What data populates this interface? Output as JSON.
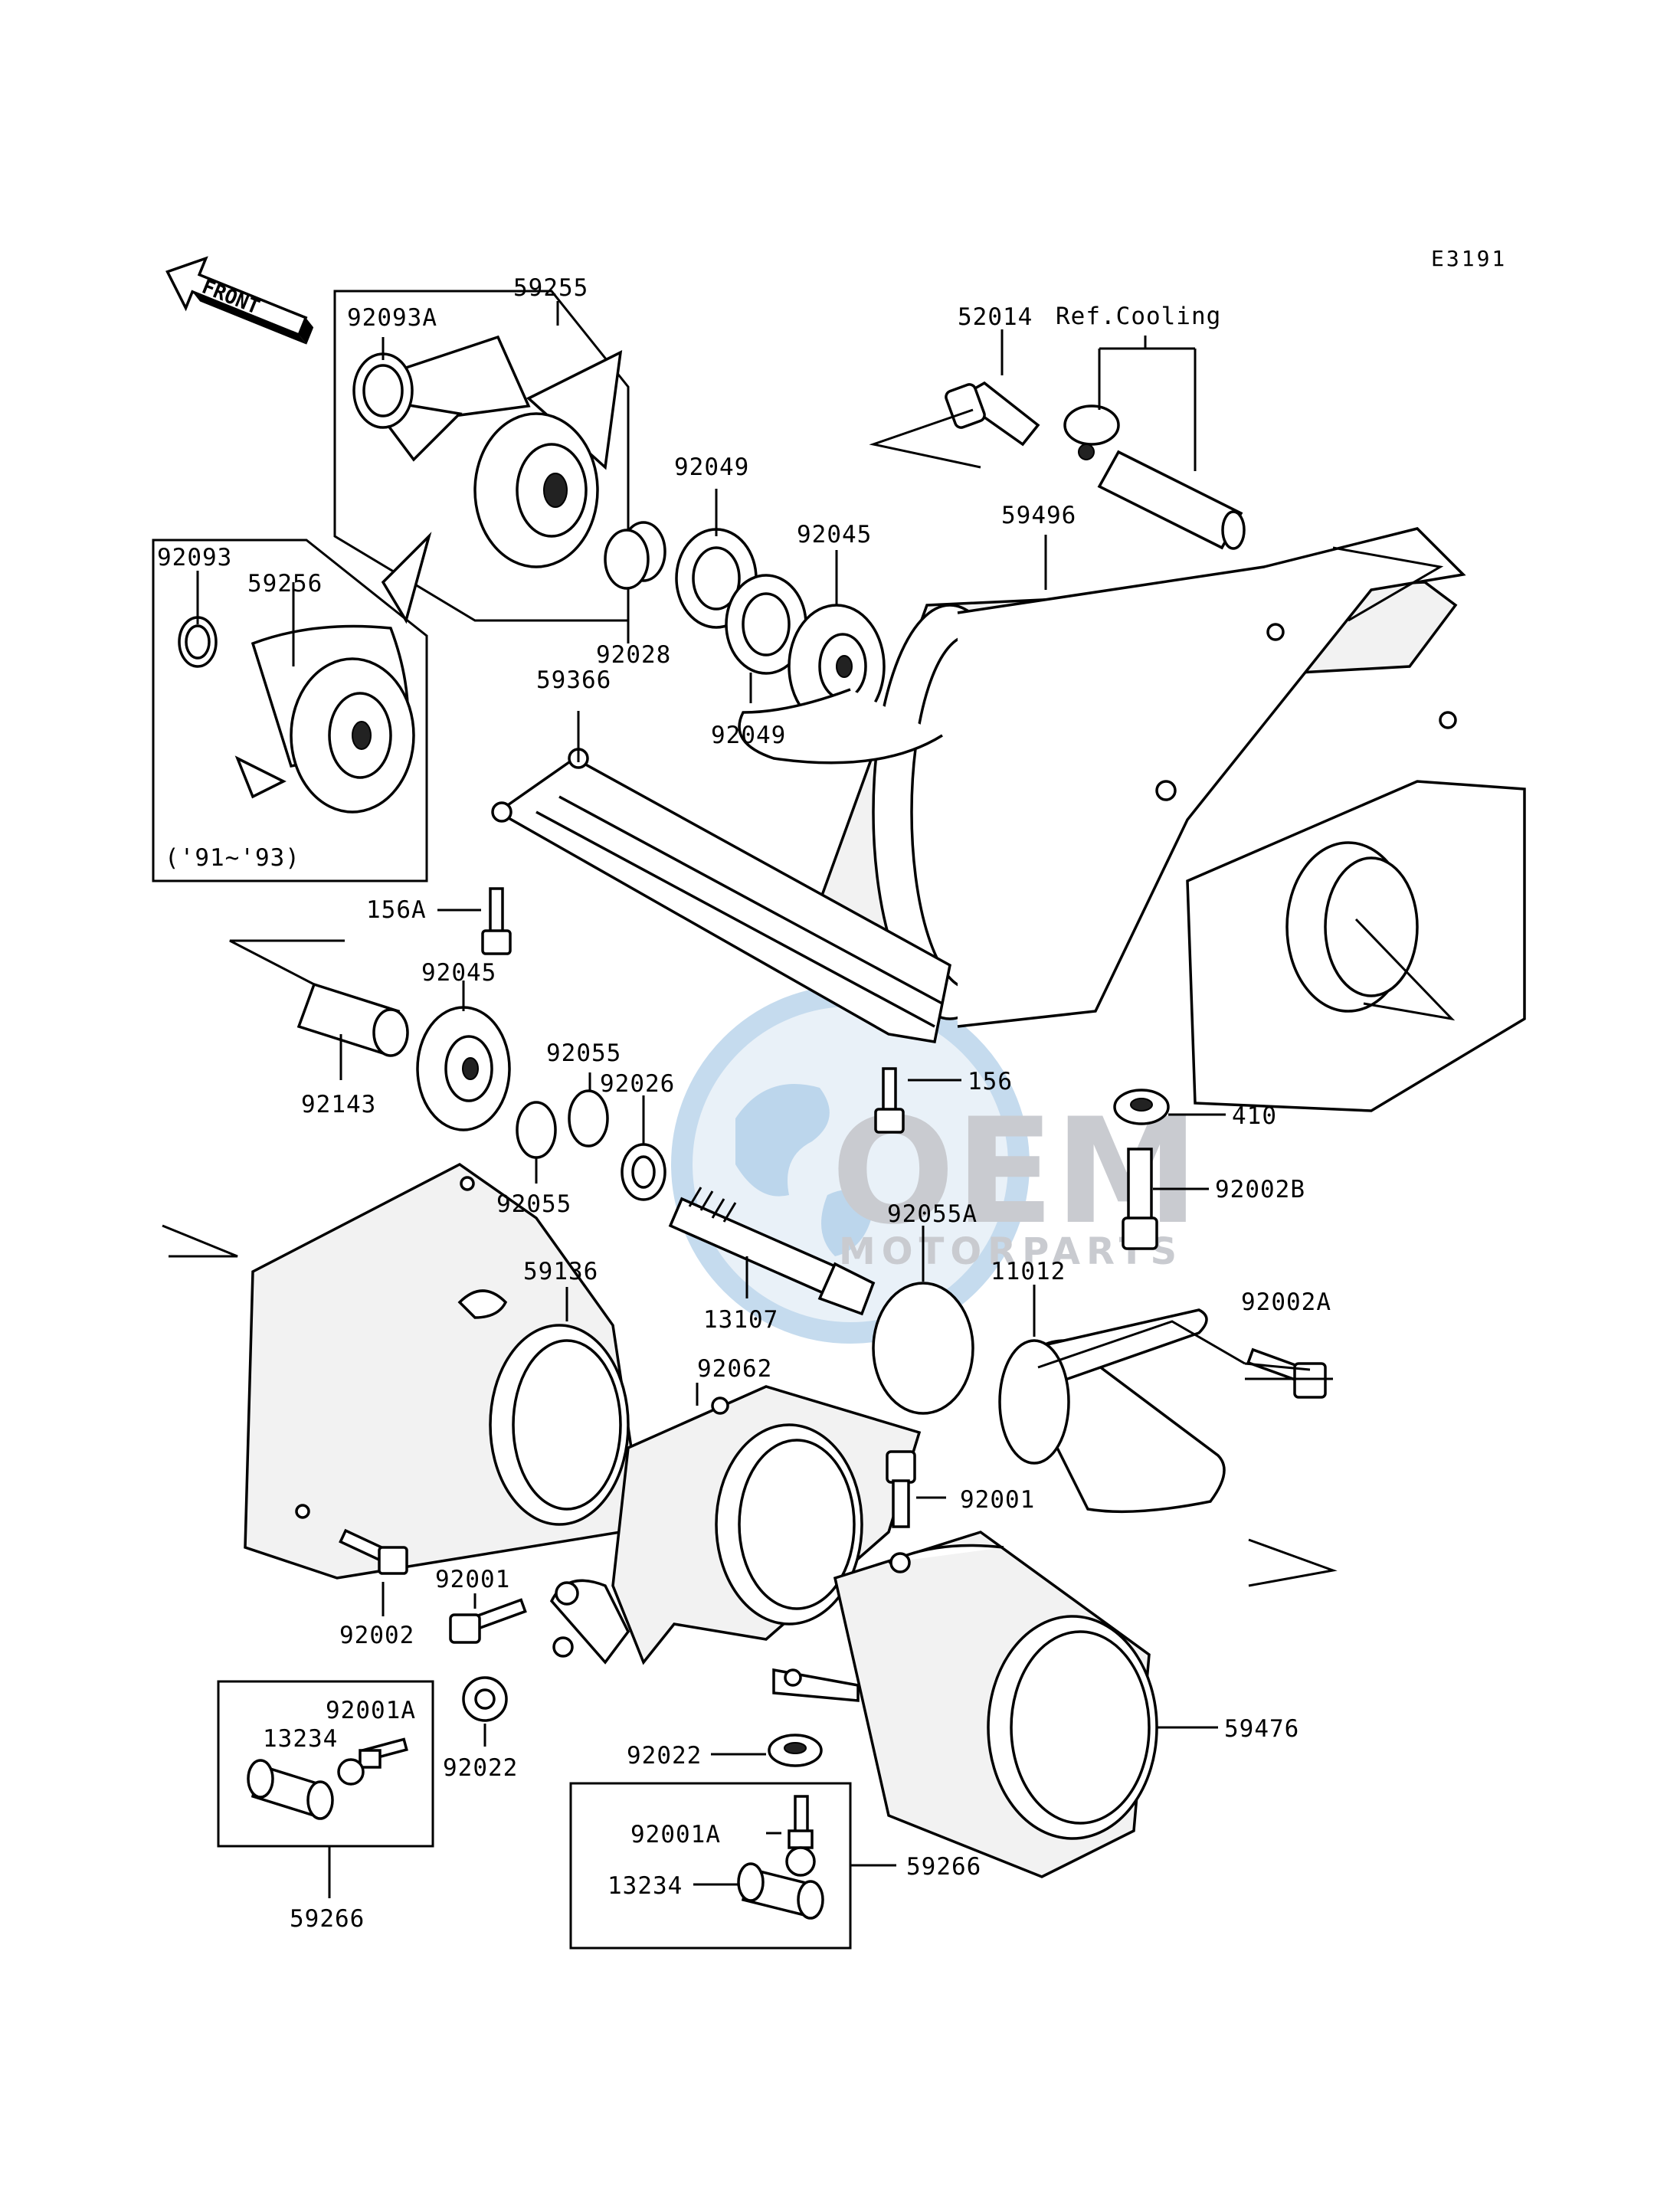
{
  "diagram_code": "E3191",
  "front_label": "FRONT",
  "ref_label": "Ref.Cooling",
  "year_note": "('91~'93)",
  "watermark": {
    "main": "OEM",
    "sub": "MOTORPARTS",
    "color": "#c9cbd0",
    "globe_color": "#b7d3ea"
  },
  "labels": {
    "p59255": "59255",
    "p92093A": "92093A",
    "p52014": "52014",
    "p92049a": "92049",
    "p92045a": "92045",
    "p59496": "59496",
    "p92093": "92093",
    "p59256": "59256",
    "p92028": "92028",
    "p92049b": "92049",
    "p59366": "59366",
    "p156A": "156A",
    "p92045b": "92045",
    "p92055a": "92055",
    "p92026": "92026",
    "p156": "156",
    "p410": "410",
    "p92143": "92143",
    "p92055b": "92055",
    "p92002B": "92002B",
    "p92055A": "92055A",
    "p59136": "59136",
    "p11012": "11012",
    "p92002A": "92002A",
    "p13107": "13107",
    "p92062": "92062",
    "p92001a": "92001",
    "p92001b": "92001",
    "p92002": "92002",
    "p92001A_left": "92001A",
    "p13234_left": "13234",
    "p92022a": "92022",
    "p59476": "59476",
    "p92022b": "92022",
    "p92001A_right": "92001A",
    "p59266_right": "59266",
    "p13234_right": "13234",
    "p59266_left": "59266"
  }
}
